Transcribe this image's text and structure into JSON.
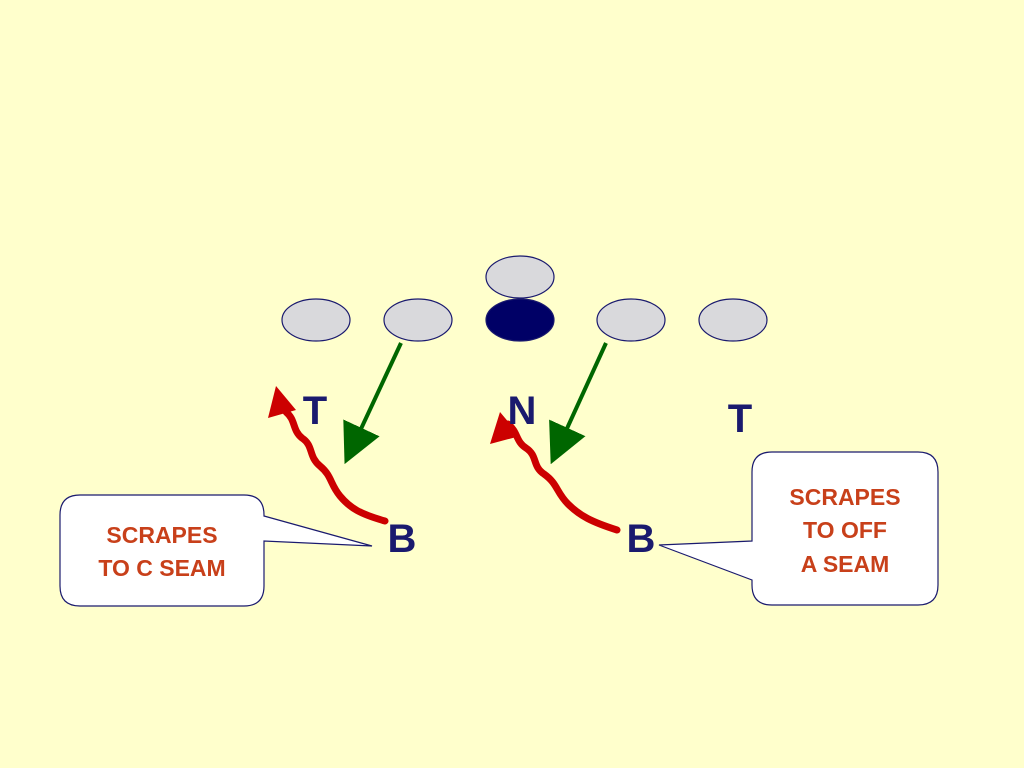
{
  "colors": {
    "background": "#FFFFCC",
    "offense_fill": "#D9D9DC",
    "center_fill": "#000066",
    "outline": "#1A1A6E",
    "label": "#1A1A6E",
    "block_arrow": "#006600",
    "scrape_arrow": "#CC0000",
    "callout_text": "#C8401A",
    "callout_fill": "#FFFFFF"
  },
  "labels": {
    "left_tackle": "T",
    "nose": "N",
    "right_tackle": "T",
    "left_backer": "B",
    "right_backer": "B"
  },
  "callouts": {
    "left": {
      "line1": "SCRAPES",
      "line2": "TO C SEAM"
    },
    "right": {
      "line1": "SCRAPES",
      "line2": "TO OFF",
      "line3": "A SEAM"
    }
  }
}
